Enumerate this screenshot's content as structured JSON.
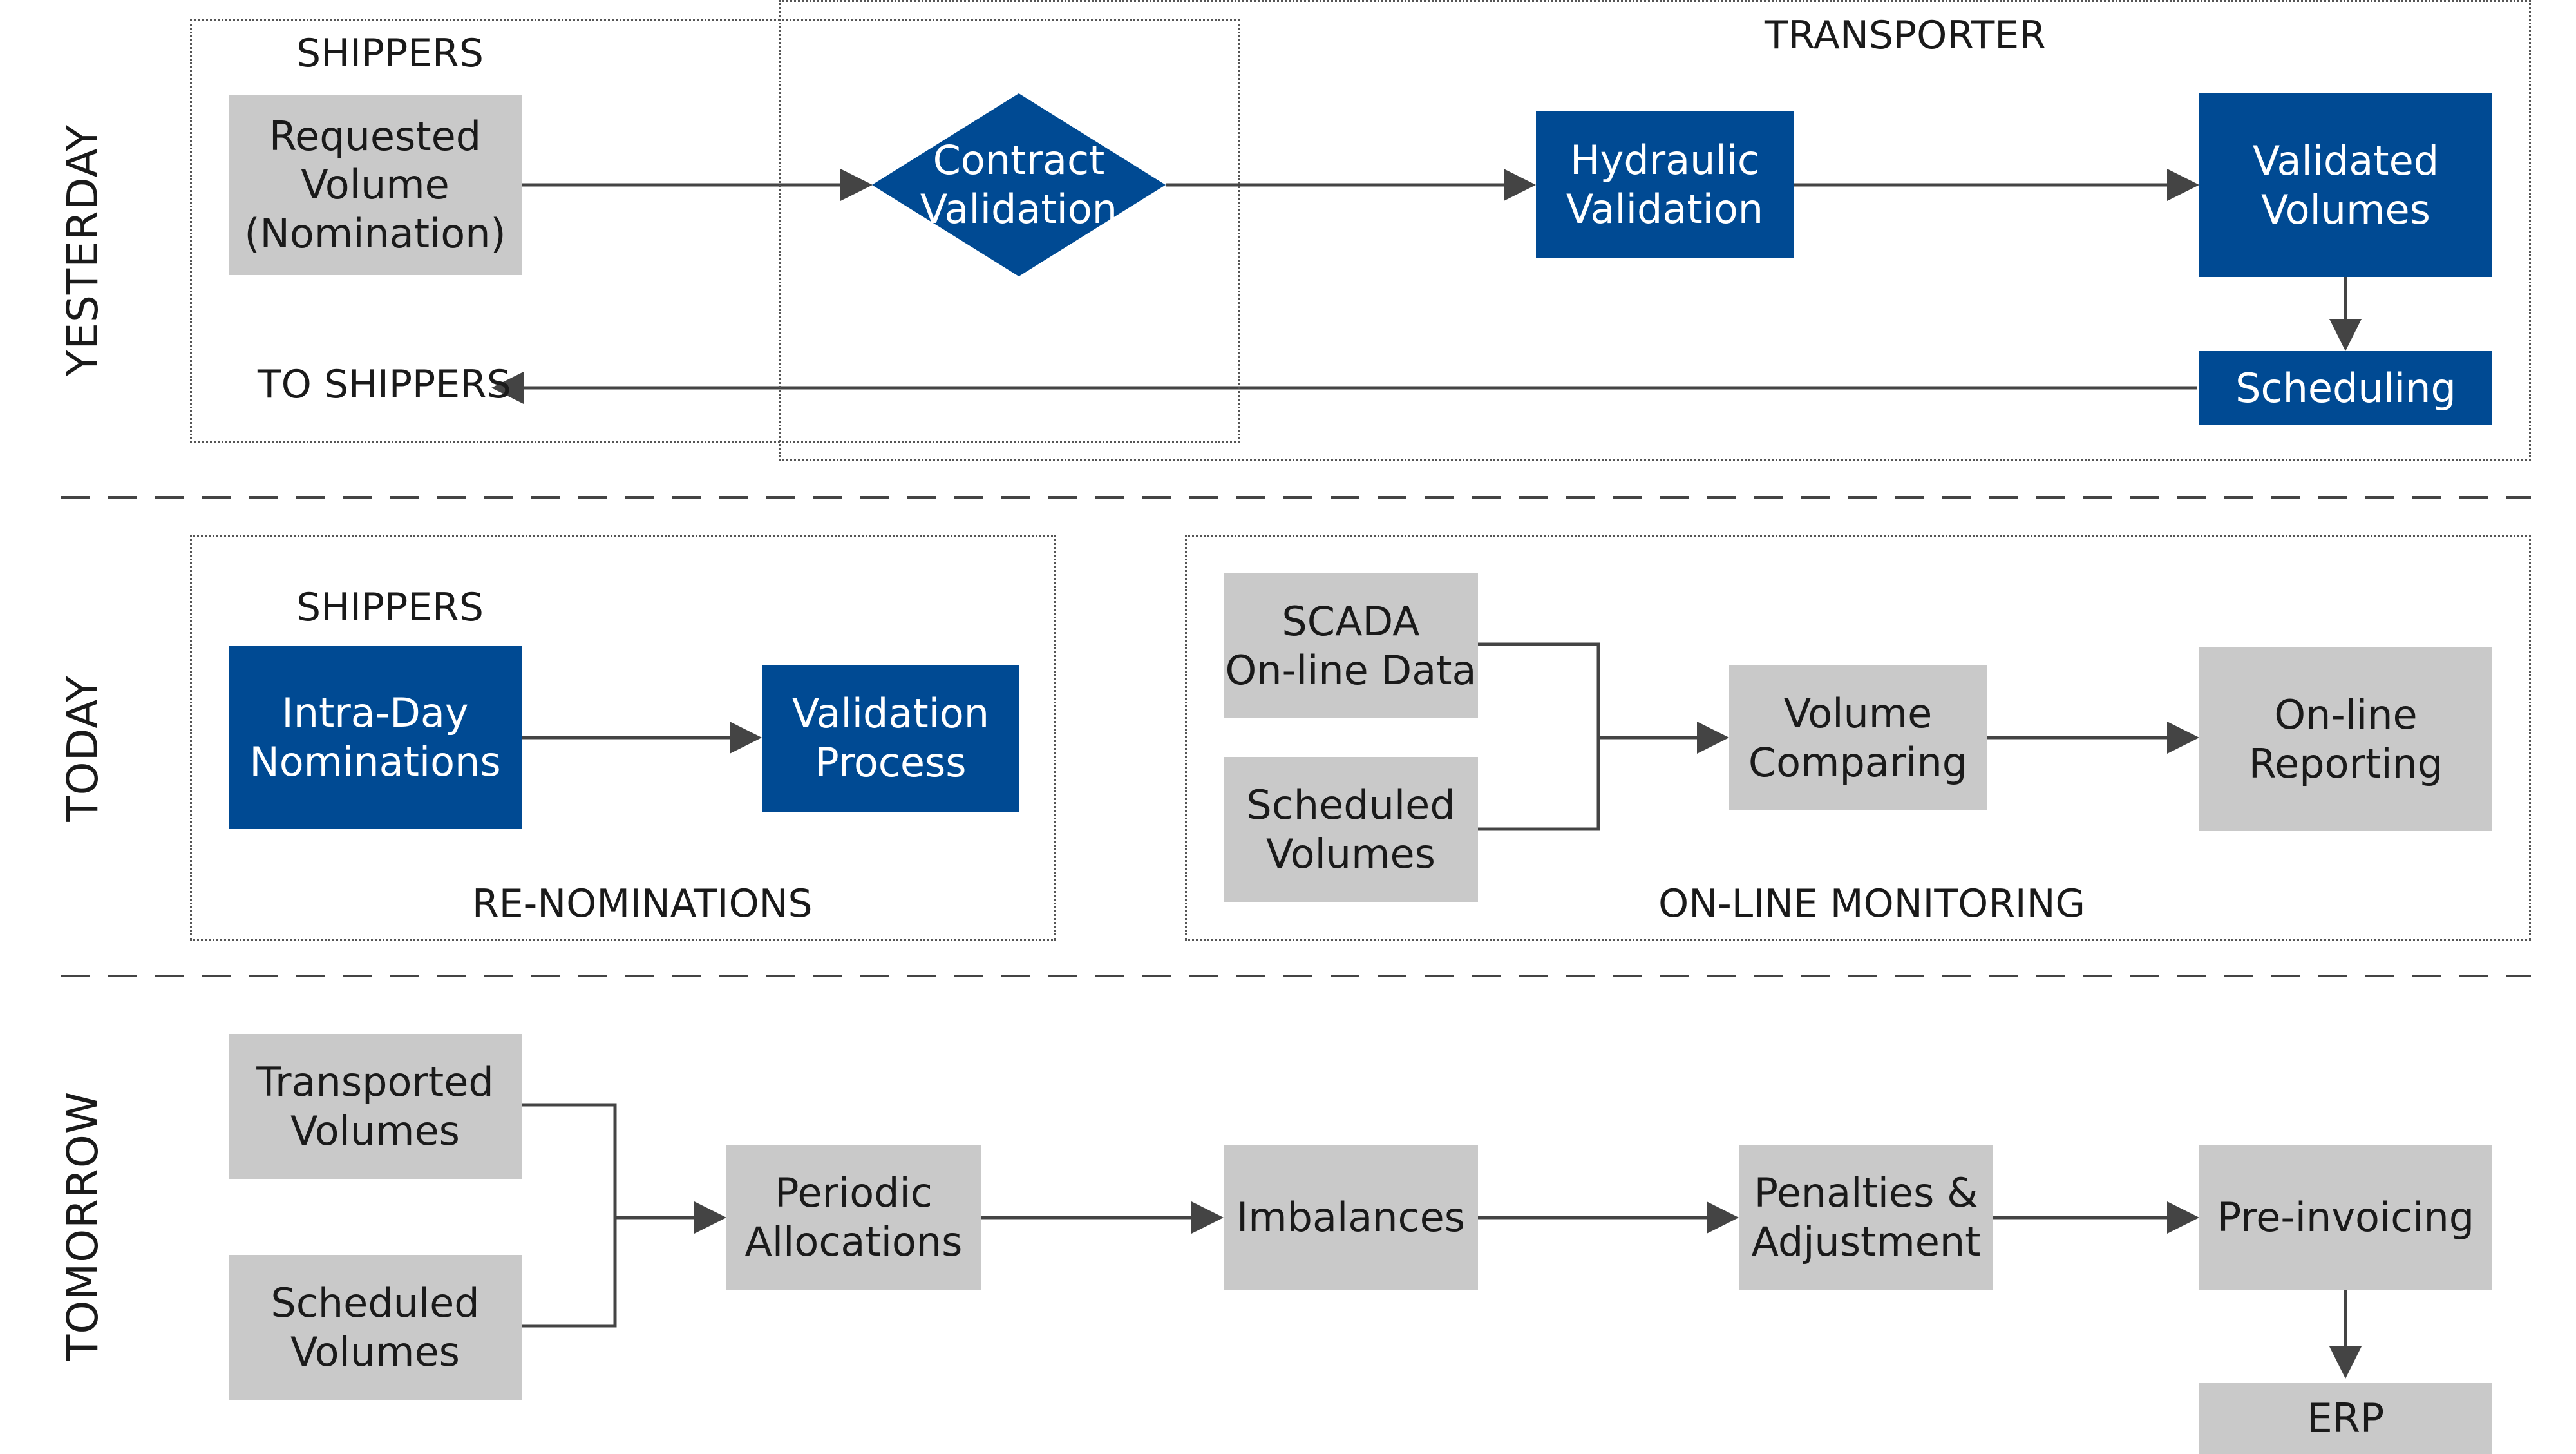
{
  "colors": {
    "blue": "#004a93",
    "gray": "#c9c9c9",
    "line": "#444444"
  },
  "rows": {
    "yesterday": "YESTERDAY",
    "today": "TODAY",
    "tomorrow": "TOMORROW"
  },
  "yesterday": {
    "shippers_label": "SHIPPERS",
    "transporter_label": "TRANSPORTER",
    "requested_volume": "Requested\nVolume\n(Nomination)",
    "contract_validation": "Contract\nValidation",
    "hydraulic_validation": "Hydraulic\nValidation",
    "validated_volumes": "Validated\nVolumes",
    "scheduling": "Scheduling",
    "to_shippers": "TO SHIPPERS"
  },
  "today": {
    "shippers_label": "SHIPPERS",
    "intra_day": "Intra-Day\nNominations",
    "validation_process": "Validation\nProcess",
    "renominations_label": "RE-NOMINATIONS",
    "scada": "SCADA\nOn-line Data",
    "scheduled_volumes": "Scheduled\nVolumes",
    "volume_comparing": "Volume\nComparing",
    "online_reporting": "On-line\nReporting",
    "monitoring_label": "ON-LINE MONITORING"
  },
  "tomorrow": {
    "transported_volumes": "Transported\nVolumes",
    "scheduled_volumes": "Scheduled\nVolumes",
    "periodic_allocations": "Periodic\nAllocations",
    "imbalances": "Imbalances",
    "penalties": "Penalties &\nAdjustment",
    "preinvoicing": "Pre-invoicing",
    "erp": "ERP"
  }
}
